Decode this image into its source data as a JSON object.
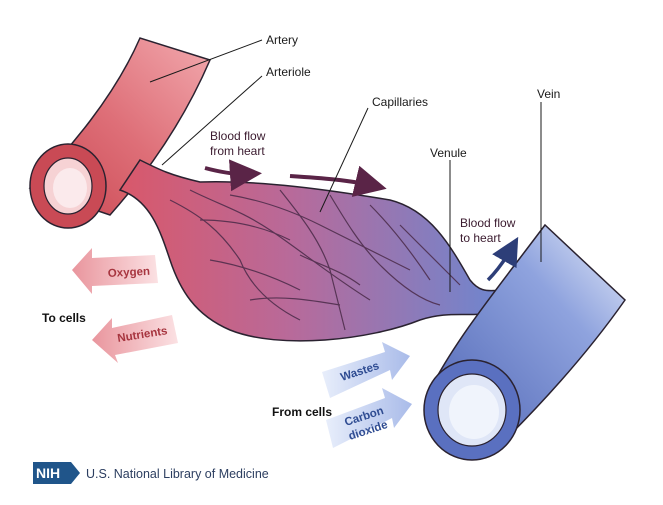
{
  "labels": {
    "artery": "Artery",
    "arteriole": "Arteriole",
    "capillaries": "Capillaries",
    "venule": "Venule",
    "vein": "Vein"
  },
  "flow": {
    "from_heart_line1": "Blood flow",
    "from_heart_line2": "from heart",
    "to_heart_line1": "Blood flow",
    "to_heart_line2": "to heart"
  },
  "to_cells": {
    "label": "To cells",
    "items": [
      "Oxygen",
      "Nutrients"
    ]
  },
  "from_cells": {
    "label": "From cells",
    "items": [
      "Wastes",
      "Carbon",
      "dioxide"
    ]
  },
  "footer": {
    "logo": "NIH",
    "org": "U.S. National Library of Medicine"
  },
  "colors": {
    "artery": "#d9646f",
    "vein": "#5b73c2",
    "outline": "#2a2230",
    "flow_arrow": "#5a2447"
  }
}
